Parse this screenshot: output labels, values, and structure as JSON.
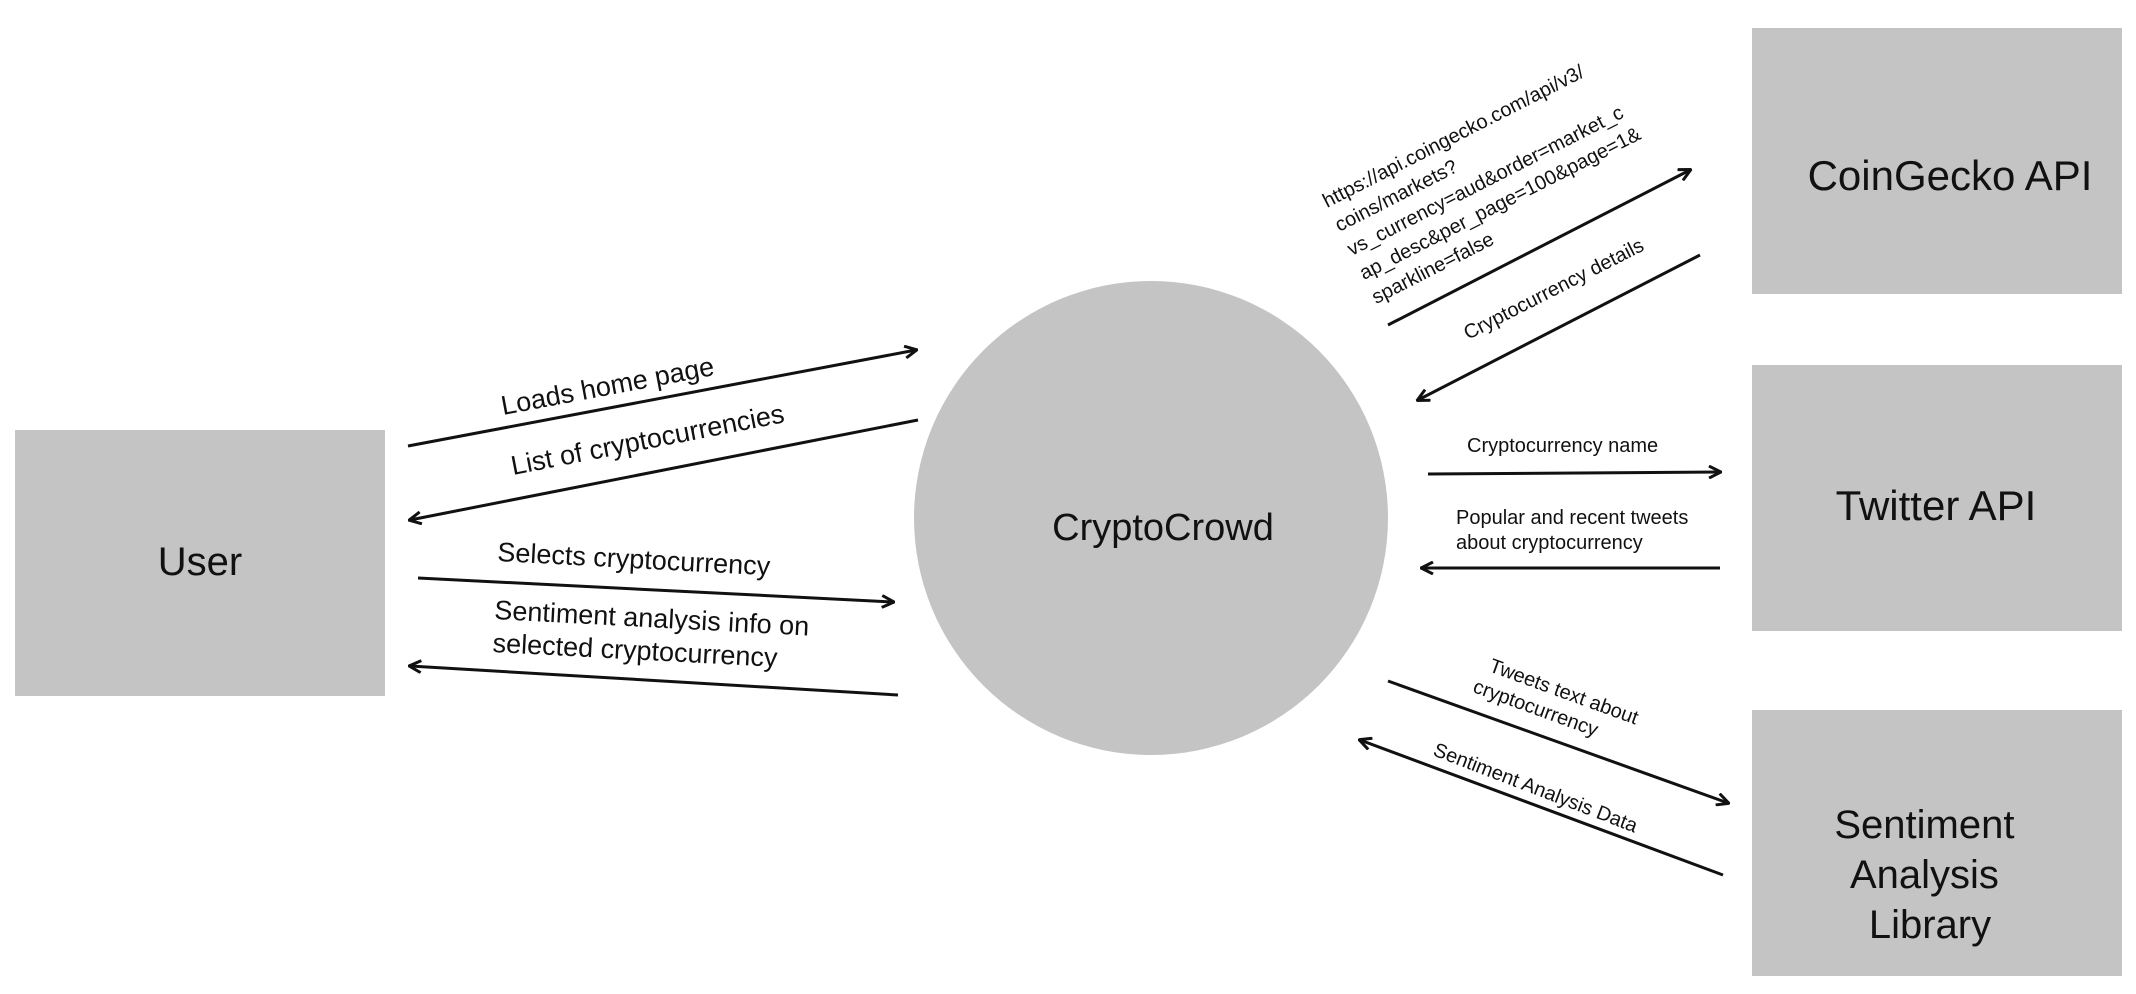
{
  "nodes": {
    "user": {
      "label": "User"
    },
    "center": {
      "label": "CryptoCrowd"
    },
    "coingecko": {
      "label": "CoinGecko API"
    },
    "twitter": {
      "label": "Twitter API"
    },
    "sentiment": {
      "lines": [
        "Sentiment",
        "Analysis",
        "Library"
      ]
    }
  },
  "edges": {
    "loads_home": {
      "label": "Loads home page"
    },
    "list_crypto": {
      "label": "List of cryptocurrencies"
    },
    "selects_crypto": {
      "label": "Selects cryptocurrency"
    },
    "sentiment_info": {
      "lines": [
        "Sentiment analysis info on",
        "selected cryptocurrency"
      ]
    },
    "coingecko_request": {
      "lines": [
        "https://api.coingecko.com/api/v3/",
        "coins/markets?",
        "vs_currency=aud&order=market_c",
        "ap_desc&per_page=100&page=1&",
        "sparkline=false"
      ]
    },
    "crypto_details": {
      "label": "Cryptocurrency details"
    },
    "crypto_name": {
      "label": "Cryptocurrency name"
    },
    "popular_tweets": {
      "lines": [
        "Popular and recent tweets",
        "about cryptocurrency"
      ]
    },
    "tweets_text": {
      "lines": [
        "Tweets text about",
        "cryptocurrency"
      ]
    },
    "sentiment_data": {
      "label": "Sentiment Analysis Data"
    }
  },
  "colors": {
    "box_fill": "#c4c4c4",
    "line": "#111111",
    "background": "#ffffff"
  }
}
